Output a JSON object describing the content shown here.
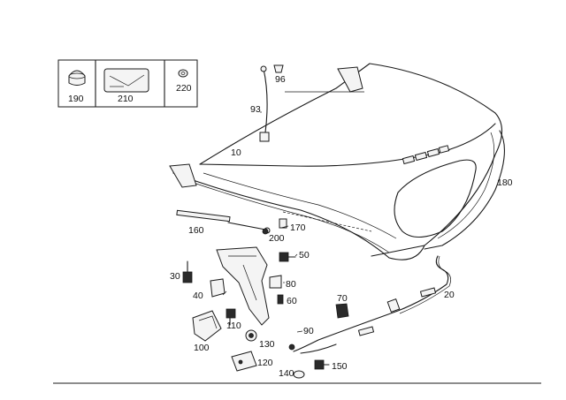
{
  "legend": {
    "items": [
      {
        "number": "190",
        "icon": "plug-icon"
      },
      {
        "number": "210",
        "icon": "tool-kit-decal-icon"
      },
      {
        "number": "220",
        "icon": "grommet-icon"
      }
    ]
  },
  "callouts": {
    "p10": "10",
    "p20": "20",
    "p30": "30",
    "p40": "40",
    "p50": "50",
    "p60": "60",
    "p70": "70",
    "p80": "80",
    "p90": "90",
    "p93": "93",
    "p96": "96",
    "p100": "100",
    "p110": "110",
    "p120": "120",
    "p130": "130",
    "p140": "140",
    "p150": "150",
    "p160": "160",
    "p170": "170",
    "p180": "180",
    "p200": "200"
  }
}
